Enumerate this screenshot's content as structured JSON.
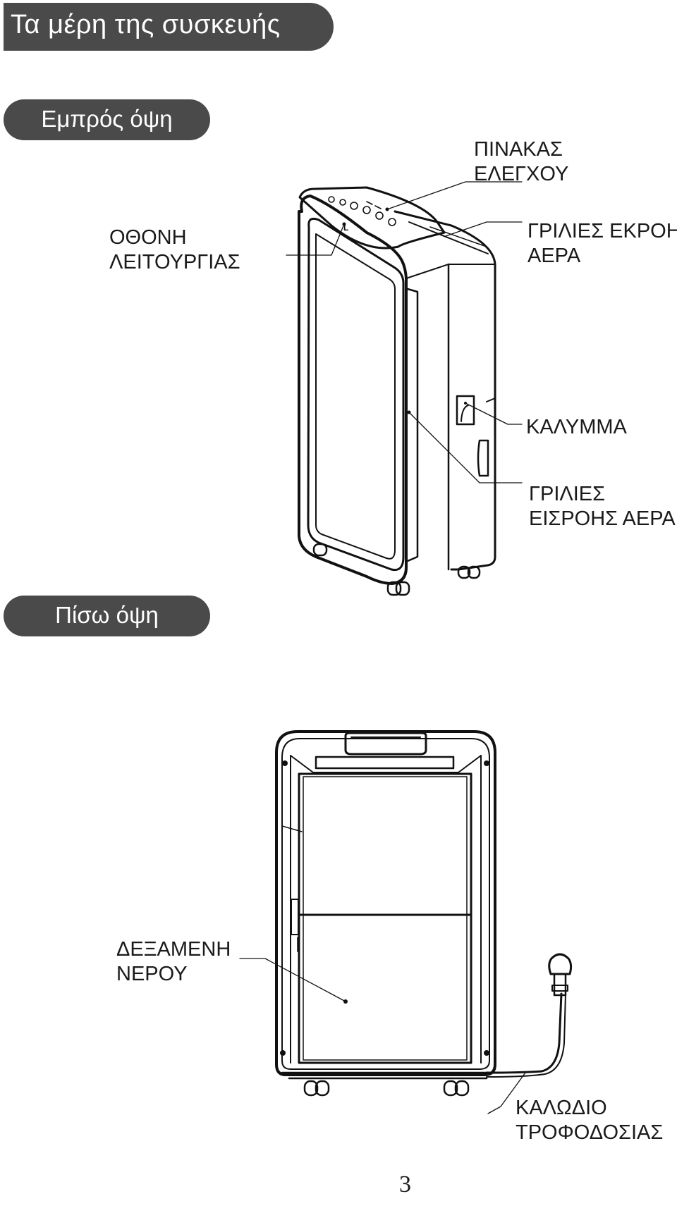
{
  "header": {
    "title": "Τα μέρη της συσκευής"
  },
  "front_view": {
    "section_title": "Εμπρός όψη",
    "labels": {
      "control_panel": [
        "ΠΙΝΑΚΑΣ",
        "ΕΛΕΓΧΟΥ"
      ],
      "display": [
        "ΟΘΟΝΗ",
        "ΛΕΙΤΟΥΡΓΙΑΣ"
      ],
      "air_outlet": [
        "ΓΡΙΛΙΕΣ ΕΚΡΟΗΣ",
        "ΑΕΡΑ"
      ],
      "cover": [
        "ΚΑΛΥΜΜΑ"
      ],
      "air_inlet": [
        "ΓΡΙΛΙΕΣ",
        "ΕΙΣΡΟΗΣ ΑΕΡΑ"
      ]
    }
  },
  "back_view": {
    "section_title": "Πίσω όψη",
    "labels": {
      "water_tank": [
        "ΔΕΞΑΜΕΝΗ",
        "ΝΕΡΟΥ"
      ],
      "power_cord": [
        "ΚΑΛΩΔΙΟ",
        "ΤΡΟΦΟΔΟΣΙΑΣ"
      ]
    }
  },
  "page_number": "3"
}
